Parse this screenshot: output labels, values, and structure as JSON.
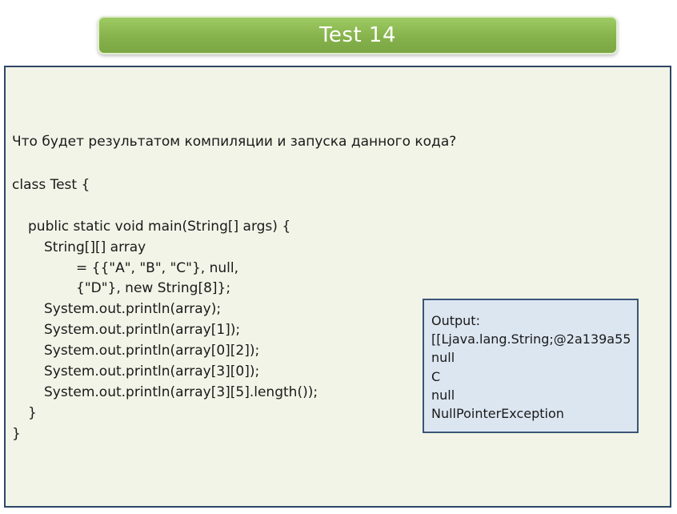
{
  "slide": {
    "title": "Test 14",
    "question": "Что будет результатом компиляции и запуска данного кода?"
  },
  "code_lines": [
    "class Test {",
    "",
    "public static void main(String[] args) {",
    "String[][] array",
    "= {{\"A\", \"B\", \"C\"}, null,",
    "{\"D\"}, new String[8]};",
    "System.out.println(array);",
    "System.out.println(array[1]);",
    "System.out.println(array[0][2]);",
    "System.out.println(array[3][0]);",
    "System.out.println(array[3][5].length());",
    "}",
    "}"
  ],
  "output": {
    "label": "Output:",
    "lines": [
      "[[Ljava.lang.String;@2a139a55",
      "null",
      "C",
      "null",
      "NullPointerException"
    ]
  }
}
